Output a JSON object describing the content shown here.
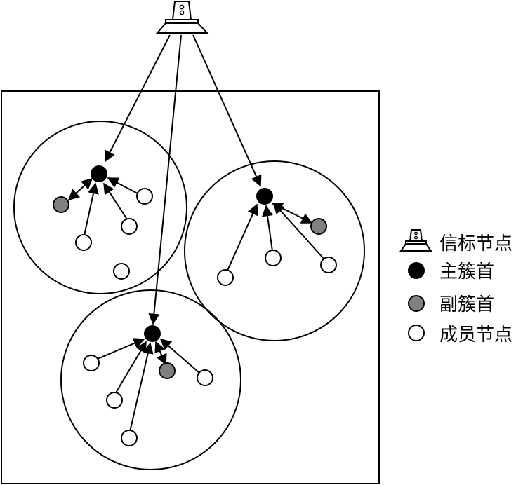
{
  "legend": {
    "beacon": "信标节点",
    "primary_head": "主簇首",
    "secondary_head": "副簇首",
    "member": "成员节点"
  },
  "colors": {
    "line": "#000000",
    "primary_head": "#000000",
    "secondary_head": "#808080",
    "member": "#ffffff"
  },
  "icons": {
    "beacon": "beacon-icon"
  }
}
